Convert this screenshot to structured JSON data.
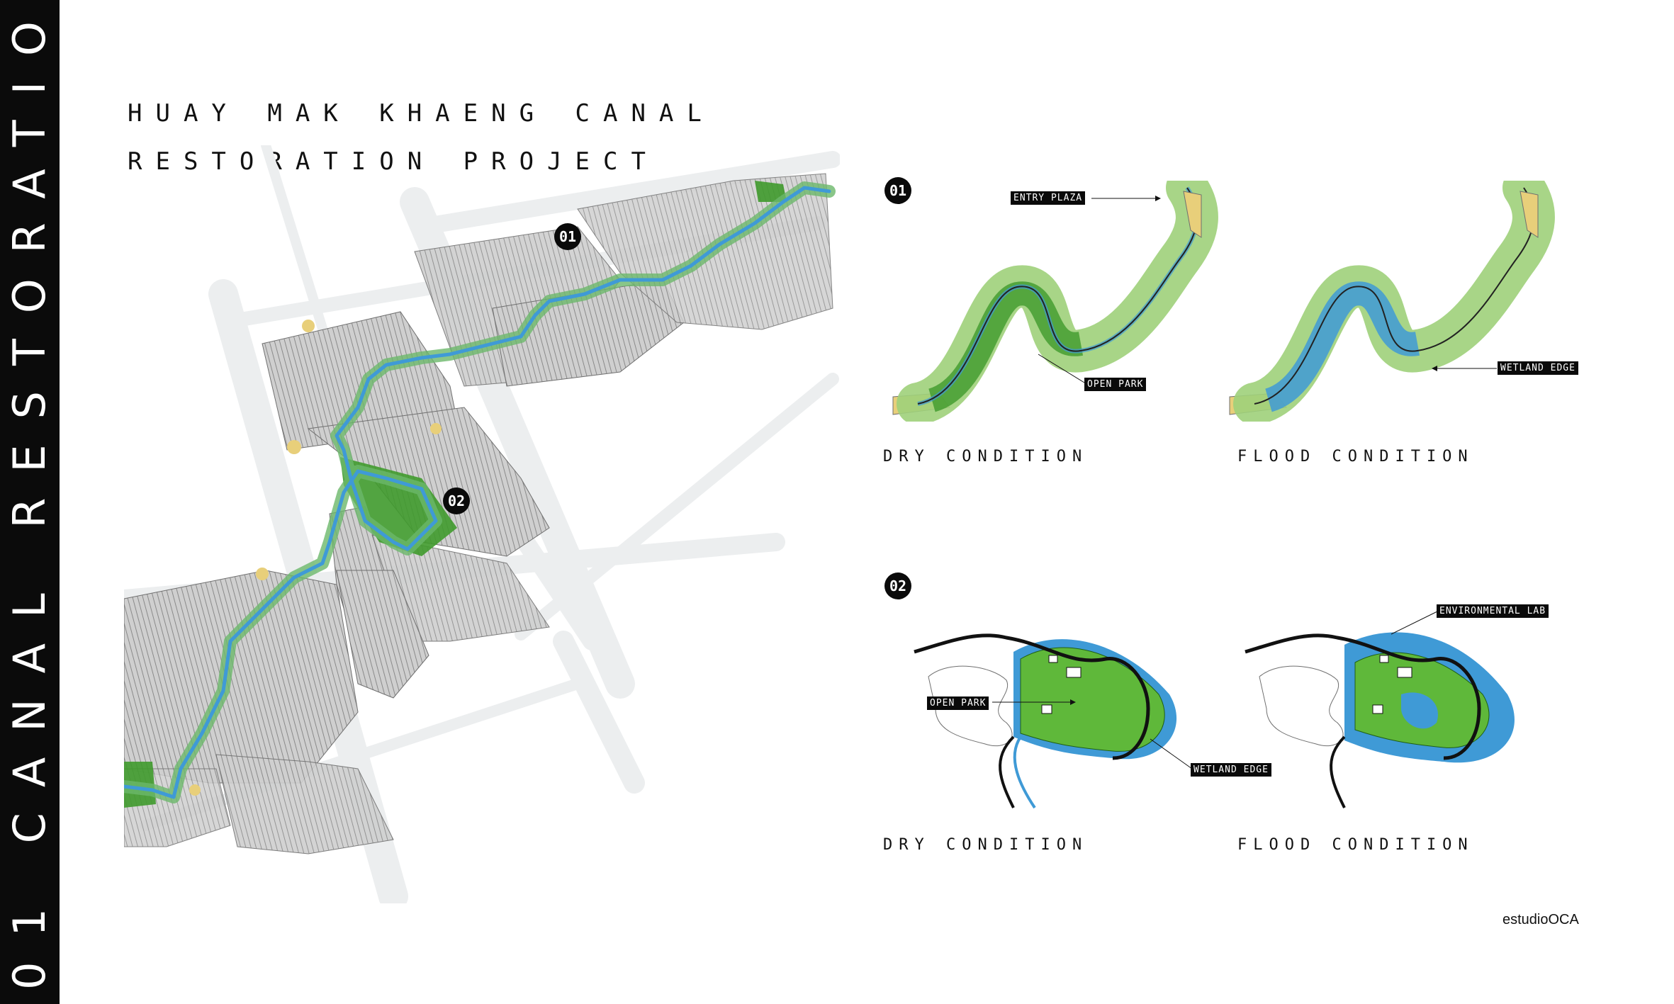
{
  "sidebar": {
    "text": "01 CANAL RESTORATION"
  },
  "title": {
    "line1": "HUAY MAK KHAENG CANAL",
    "line2": "RESTORATION PROJECT"
  },
  "map": {
    "marker_01": "01",
    "marker_02": "02"
  },
  "section_01": {
    "marker": "01",
    "label_entry_plaza": "ENTRY PLAZA",
    "label_open_park": "OPEN PARK",
    "label_wetland_edge": "WETLAND EDGE",
    "caption_dry": "DRY CONDITION",
    "caption_flood": "FLOOD CONDITION"
  },
  "section_02": {
    "marker": "02",
    "label_environmental_lab": "ENVIRONMENTAL LAB",
    "label_open_park": "OPEN PARK",
    "label_wetland_edge": "WETLAND EDGE",
    "caption_dry": "DRY CONDITION",
    "caption_flood": "FLOOD CONDITION"
  },
  "credit": "estudioOCA",
  "colors": {
    "sidebar": "#0b0b0b",
    "water": "#3f9ad6",
    "park_green": "#3f9a2c",
    "light_green": "#9fd07a",
    "plaza_yellow": "#e8cf7a",
    "building_gray": "#b9b9b9",
    "road": "#eceeef"
  }
}
